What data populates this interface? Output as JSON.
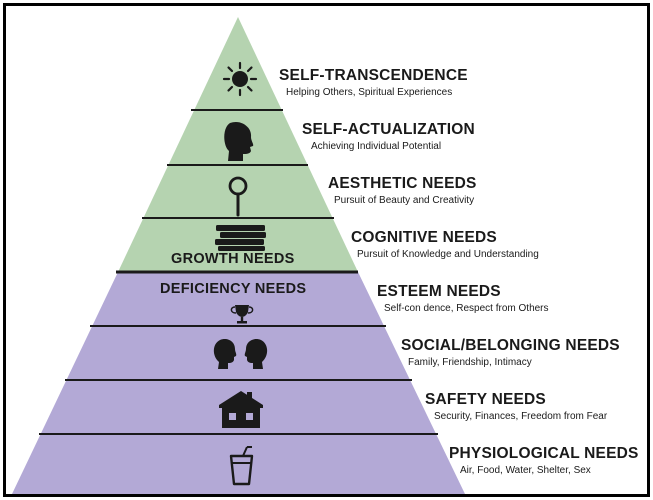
{
  "diagram": {
    "colors": {
      "growth_fill": "#b5d3b0",
      "deficiency_fill": "#b3a9d6",
      "line": "#1a1a1a",
      "frame": "#000000"
    },
    "groups": {
      "growth_label": "GROWTH NEEDS",
      "deficiency_label": "DEFICIENCY NEEDS"
    },
    "levels": [
      {
        "title": "SELF-TRANSCENDENCE",
        "subtitle": "Helping Others, Spiritual Experiences",
        "icon": "sun-icon"
      },
      {
        "title": "SELF-ACTUALIZATION",
        "subtitle": "Achieving Individual Potential",
        "icon": "head-silhouette-icon"
      },
      {
        "title": "AESTHETIC NEEDS",
        "subtitle": "Pursuit of Beauty and Creativity",
        "icon": "hand-mirror-icon"
      },
      {
        "title": "COGNITIVE NEEDS",
        "subtitle": "Pursuit of Knowledge and Understanding",
        "icon": "books-stack-icon"
      },
      {
        "title": "ESTEEM NEEDS",
        "subtitle": "Self-con  dence, Respect from Others",
        "icon": "trophy-icon"
      },
      {
        "title": "SOCIAL/BELONGING NEEDS",
        "subtitle": "Family, Friendship, Intimacy",
        "icon": "two-faces-icon"
      },
      {
        "title": "SAFETY NEEDS",
        "subtitle": "Security, Finances, Freedom from Fear",
        "icon": "house-icon"
      },
      {
        "title": "PHYSIOLOGICAL NEEDS",
        "subtitle": "Air, Food, Water, Shelter, Sex",
        "icon": "drink-cup-icon"
      }
    ]
  }
}
